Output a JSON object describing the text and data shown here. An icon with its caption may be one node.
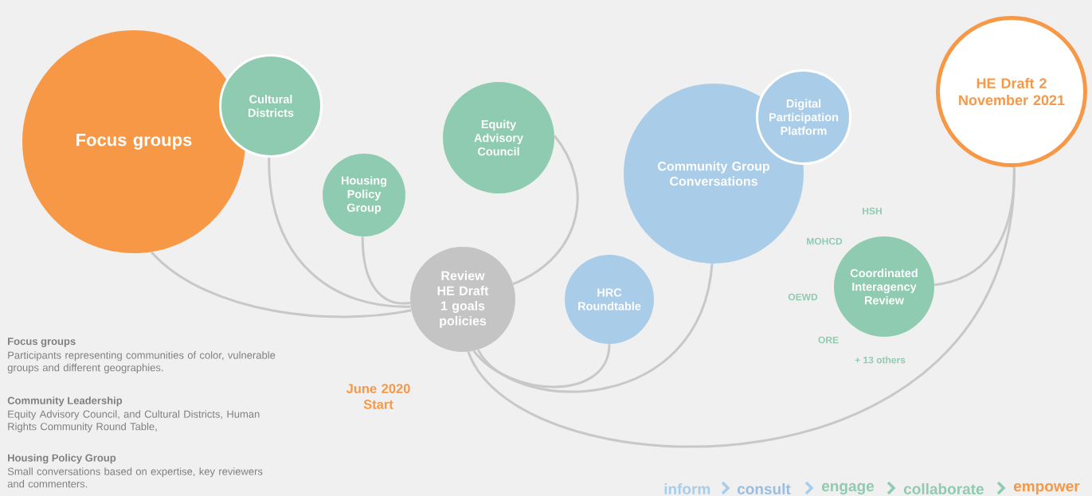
{
  "diagram": {
    "nodes": [
      {
        "text": [
          "Focus groups"
        ]
      },
      {
        "text": [
          "Cultural Districts"
        ]
      },
      {
        "text": [
          "Housing Policy Group"
        ]
      },
      {
        "text": [
          "Equity Advisory Council"
        ]
      },
      {
        "text": [
          "Review HE Draft 1 goals policies"
        ]
      },
      {
        "text": [
          "HRC Roundtable"
        ]
      },
      {
        "text": [
          "Community Group Conversations"
        ]
      },
      {
        "text": [
          "Digital Participation Platform"
        ]
      },
      {
        "text": [
          "Coordinated Interagency Review"
        ]
      },
      {
        "text": [
          "HE Draft 2 November 2021"
        ]
      }
    ],
    "edges": [
      {
        "from": 0,
        "to": 4,
        "arrow": "none"
      },
      {
        "from": 1,
        "to": 4,
        "arrow": "none"
      },
      {
        "from": 2,
        "to": 4,
        "arrow": "none"
      },
      {
        "from": 3,
        "to": 4,
        "arrow": "none"
      },
      {
        "from": 5,
        "to": 4,
        "arrow": "none"
      },
      {
        "from": 6,
        "to": 4,
        "arrow": "none"
      },
      {
        "from": 8,
        "to": 9,
        "arrow": "none"
      },
      {
        "from": 9,
        "to": 4,
        "arrow": "none"
      }
    ],
    "labels": [
      "HSH",
      "MOHCD",
      "OEWD",
      "ORE",
      "+ 13 others",
      "June 2020 Start",
      "Focus groups",
      "Participants representing communities of color, vulnerable groups and different geographies.",
      "Community Leadership",
      "Equity Advisory Council, and Cultural Districts, Human Rights Community Round Table,",
      "Housing Policy Group",
      "Small conversations based on expertise, key reviewers and commenters.",
      "inform",
      "consult",
      "engage",
      "collaborate",
      "empower"
    ]
  }
}
